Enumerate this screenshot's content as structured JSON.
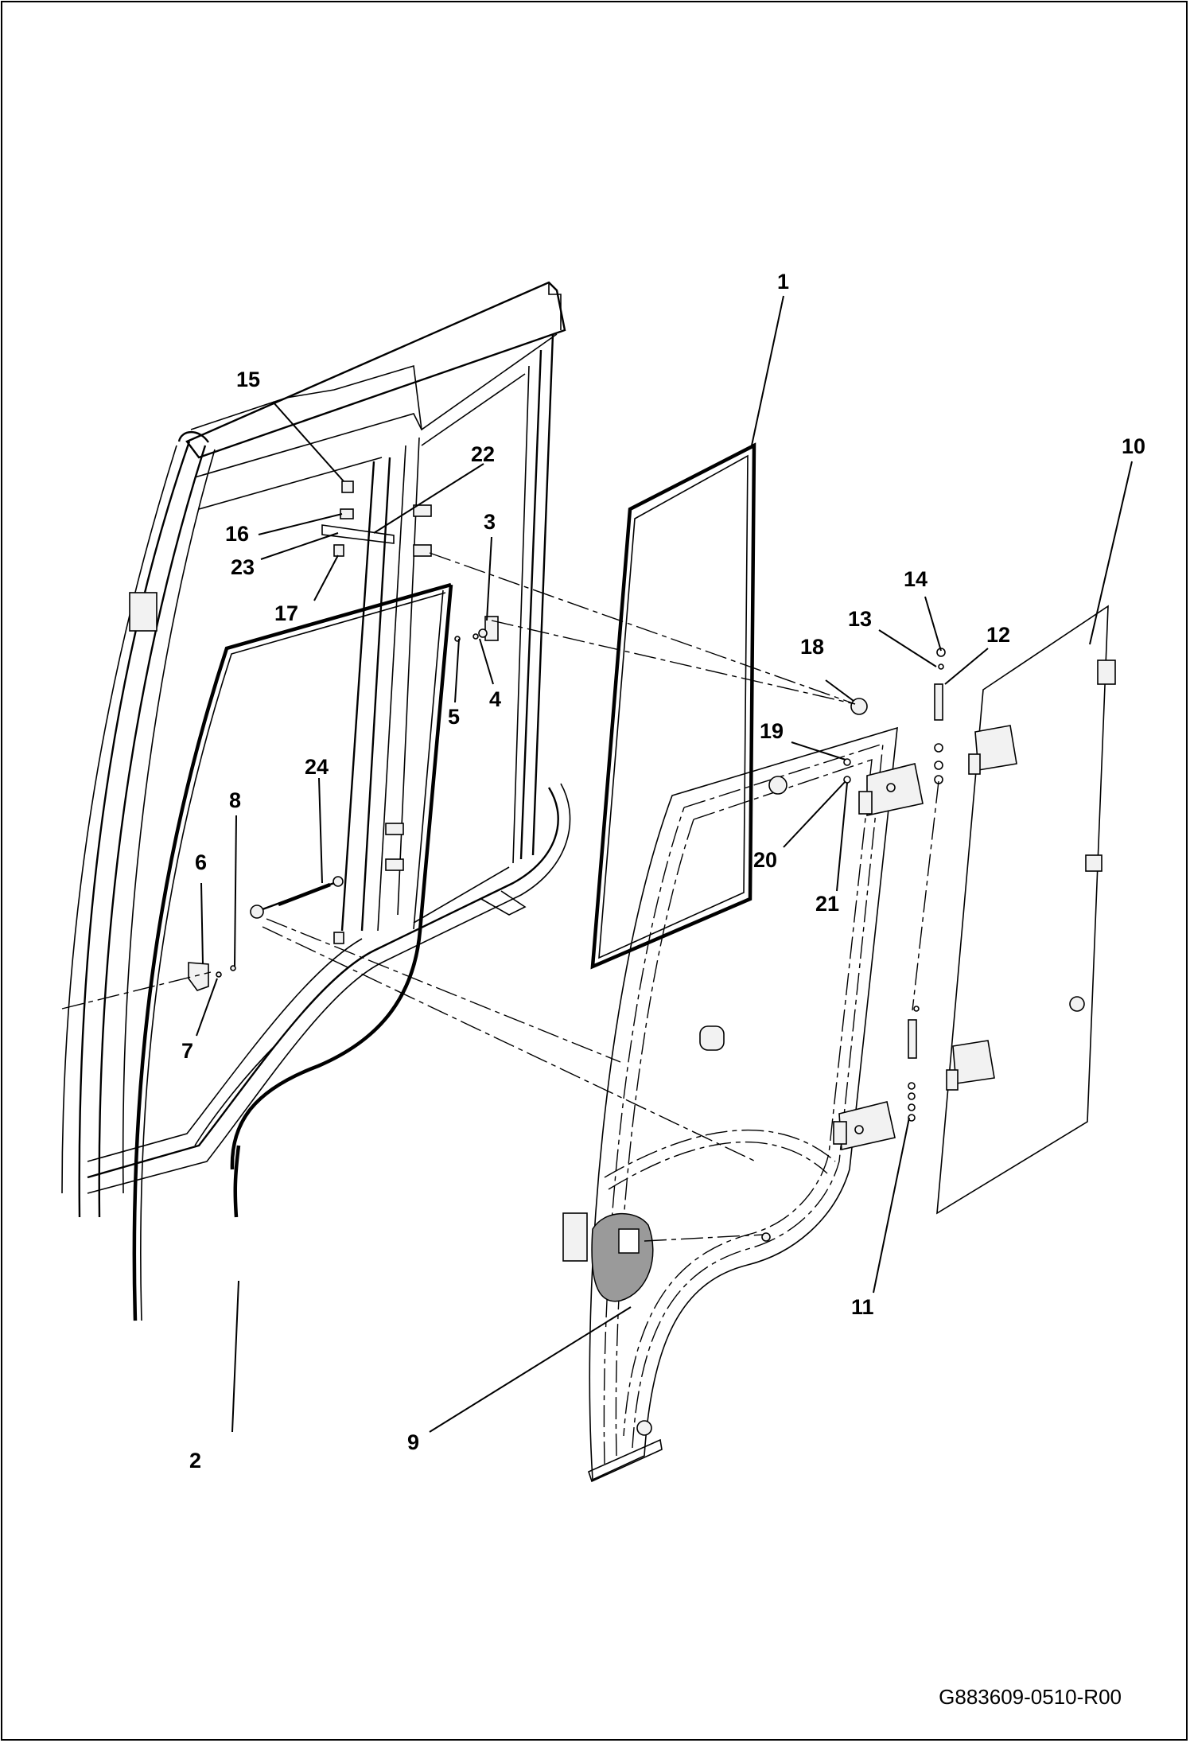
{
  "drawing_id": "G883609-0510-R00",
  "callouts": [
    "1",
    "2",
    "3",
    "4",
    "5",
    "6",
    "7",
    "8",
    "9",
    "10",
    "11",
    "12",
    "13",
    "14",
    "15",
    "16",
    "17",
    "18",
    "19",
    "20",
    "21",
    "22",
    "23",
    "24"
  ],
  "colors": {
    "line": "#000000",
    "background": "#ffffff",
    "shade": "#9a9a9a"
  }
}
